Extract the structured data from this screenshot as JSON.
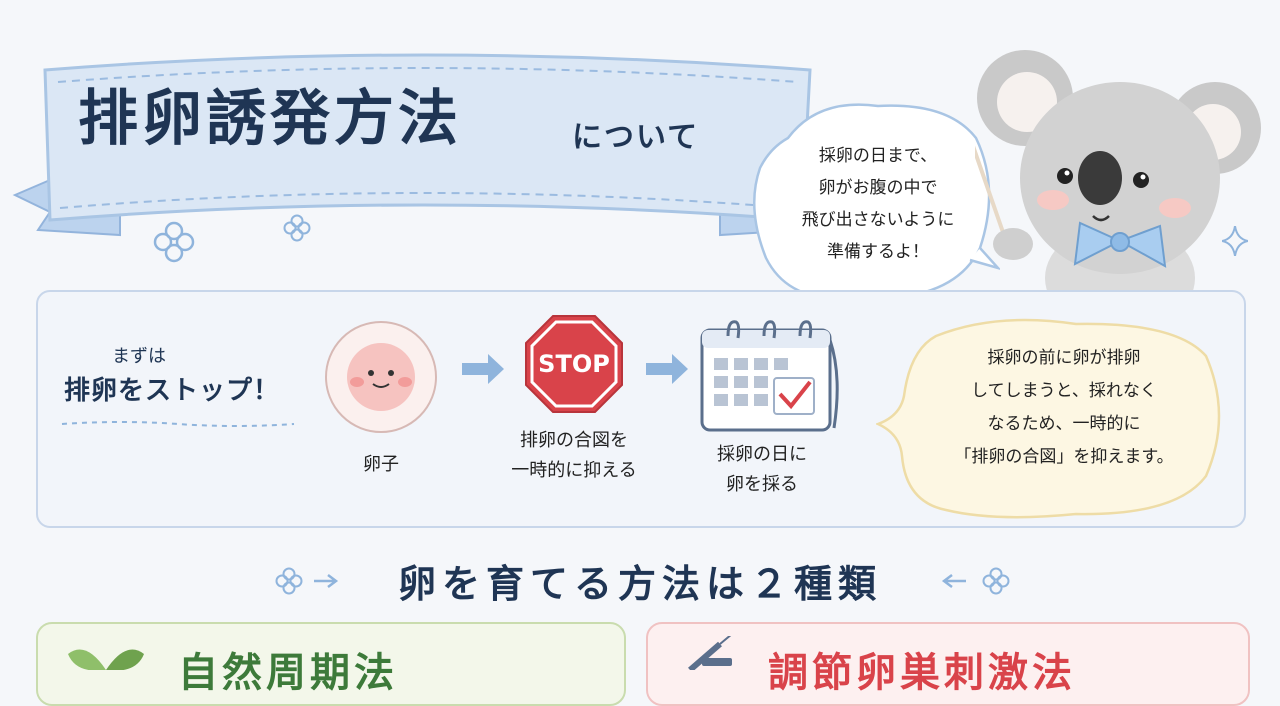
{
  "title": {
    "main": "排卵誘発方法",
    "suffix": "について"
  },
  "koala_bubble": {
    "lines": [
      "採卵の日まで、",
      "卵がお腹の中で",
      "飛び出さないように",
      "準備するよ！"
    ]
  },
  "intro": {
    "line1": "まずは",
    "line2": "排卵をストップ！"
  },
  "steps": {
    "egg_label": "卵子",
    "stop_sign": "STOP",
    "stop_caption": [
      "排卵の合図を",
      "一時的に抑える"
    ],
    "calendar_caption": [
      "採卵の日に",
      "卵を採る"
    ]
  },
  "note": {
    "lines": [
      "採卵の前に卵が排卵",
      "してしまうと、採れなく",
      "なるため、一時的に",
      "「排卵の合図」を抑えます。"
    ]
  },
  "section_heading": "卵を育てる方法は２種類",
  "methods": [
    {
      "title": "自然周期法",
      "color": "#3d7a3a"
    },
    {
      "title": "調節卵巣刺激法",
      "color": "#d9434a"
    }
  ],
  "colors": {
    "navy": "#1f3554",
    "ribbon": "#dbe7f5",
    "ribbon_edge": "#a9c5e4",
    "stop_red": "#d9434a",
    "arrow": "#8fb4dc",
    "note_bg": "#fdf7e3",
    "check_red": "#d9434a"
  }
}
